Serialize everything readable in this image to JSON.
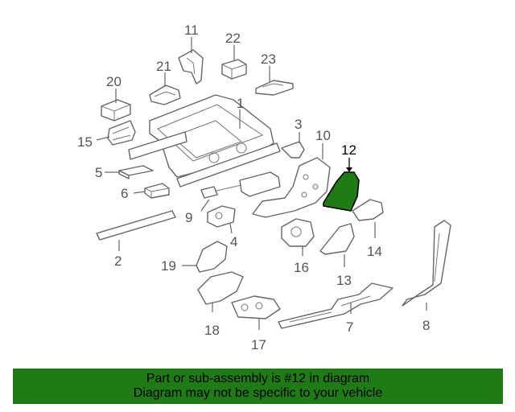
{
  "diagram": {
    "highlighted_part": "12",
    "callouts": {
      "c1": "1",
      "c2": "2",
      "c3": "3",
      "c4": "4",
      "c5": "5",
      "c6": "6",
      "c7": "7",
      "c8": "8",
      "c9": "9",
      "c10": "10",
      "c11": "11",
      "c12": "12",
      "c13": "13",
      "c14": "14",
      "c15": "15",
      "c16": "16",
      "c17": "17",
      "c18": "18",
      "c19": "19",
      "c20": "20",
      "c21": "21",
      "c22": "22",
      "c23": "23"
    },
    "highlight_color": "#207a16"
  },
  "banner": {
    "line1": "Part or sub-assembly is #12 in diagram",
    "line2": "Diagram may not be specific to your vehicle",
    "color": "#207a16"
  }
}
